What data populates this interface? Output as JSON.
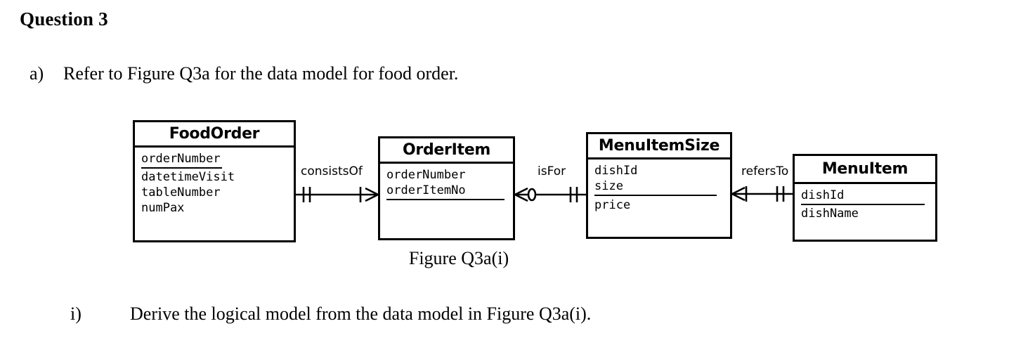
{
  "document": {
    "question_title": "Question 3",
    "part_a": {
      "marker": "a)",
      "text": "Refer to Figure Q3a for the data model for food order."
    },
    "figure_caption": "Figure Q3a(i)",
    "part_i": {
      "marker": "i)",
      "text": "Derive the logical model from the data model in Figure Q3a(i)."
    }
  },
  "diagram": {
    "type": "entity-relationship-diagram",
    "notation": "crow's foot",
    "background": "#ffffff",
    "line_color": "#000000",
    "entities": [
      {
        "name": "FoodOrder",
        "attributes": [
          "orderNumber",
          "datetimeVisit",
          "tableNumber",
          "numPax"
        ],
        "primary_key": [
          "orderNumber"
        ]
      },
      {
        "name": "OrderItem",
        "attributes": [
          "orderNumber",
          "orderItemNo"
        ],
        "primary_key": [
          "orderNumber",
          "orderItemNo"
        ]
      },
      {
        "name": "MenuItemSize",
        "attributes": [
          "dishId",
          "size",
          "price"
        ],
        "primary_key": [
          "dishId",
          "size"
        ]
      },
      {
        "name": "MenuItem",
        "attributes": [
          "dishId",
          "dishName"
        ],
        "primary_key": [
          "dishId"
        ]
      }
    ],
    "relationships": [
      {
        "label": "consistsOf",
        "from": "FoodOrder",
        "to": "OrderItem",
        "from_cardinality": "one-and-only-one",
        "to_cardinality": "one-or-many"
      },
      {
        "label": "isFor",
        "from": "OrderItem",
        "to": "MenuItemSize",
        "from_cardinality": "zero-or-many",
        "to_cardinality": "one-and-only-one"
      },
      {
        "label": "refersTo",
        "from": "MenuItemSize",
        "to": "MenuItem",
        "from_cardinality": "one-or-many",
        "to_cardinality": "one-and-only-one"
      }
    ]
  }
}
